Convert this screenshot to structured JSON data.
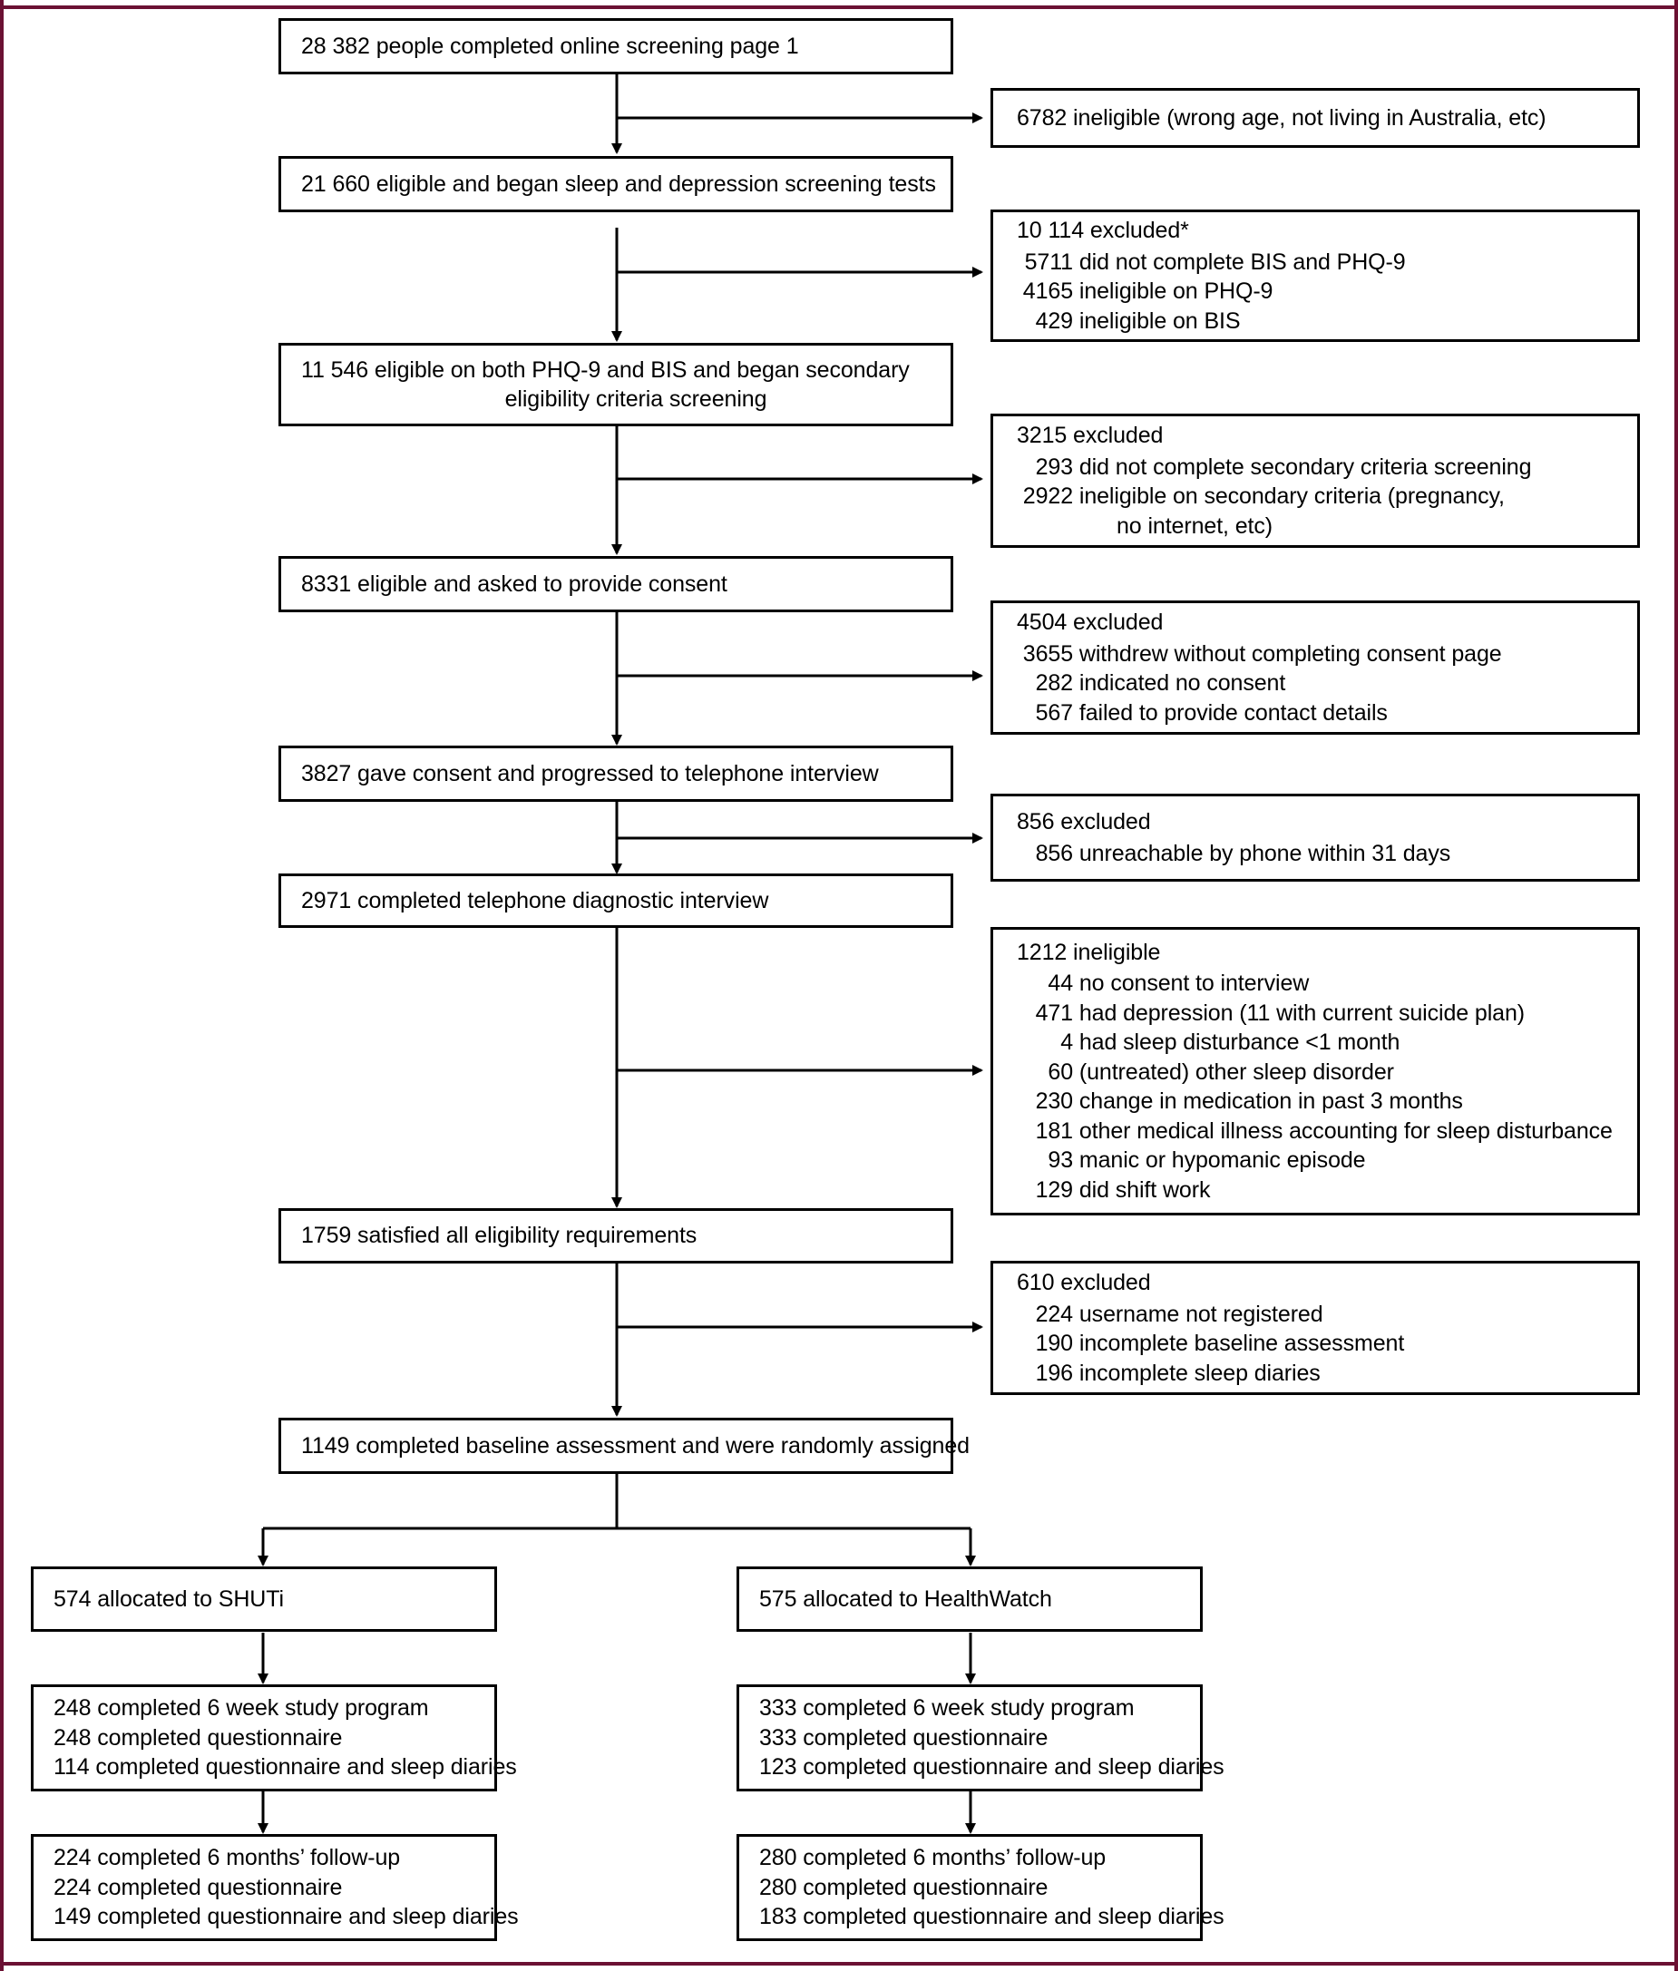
{
  "figure": {
    "type": "crt-participant-flow-diagram",
    "accent_border_color": "#6b1133",
    "box_border_color": "#000000",
    "background": "#ffffff"
  },
  "main_flow": [
    {
      "id": "screened",
      "text": "28 382 people completed online screening page 1"
    },
    {
      "id": "eligible-began",
      "text": "21 660 eligible and began sleep and depression screening tests"
    },
    {
      "id": "eligible-both",
      "line1": "11 546 eligible on both PHQ-9 and BIS and began secondary",
      "line2": "eligibility criteria screening"
    },
    {
      "id": "asked-consent",
      "text": "8331 eligible and asked to provide consent"
    },
    {
      "id": "gave-consent",
      "text": "3827 gave consent and progressed to telephone interview"
    },
    {
      "id": "completed-interview",
      "text": "2971 completed telephone diagnostic interview"
    },
    {
      "id": "satisfied",
      "text": "1759 satisfied all eligibility requirements"
    },
    {
      "id": "randomised",
      "text": "1149 completed baseline assessment and were randomly assigned"
    }
  ],
  "exclusions": [
    {
      "id": "excl-ineligible-6782",
      "header": "6782 ineligible (wrong age, not living in Australia, etc)",
      "items": []
    },
    {
      "id": "excl-10114",
      "header": "10 114 excluded*",
      "items": [
        {
          "n": "5711",
          "text": "did not complete BIS and PHQ-9"
        },
        {
          "n": "4165",
          "text": "ineligible on PHQ-9"
        },
        {
          "n": "429",
          "text": "ineligible on BIS"
        }
      ]
    },
    {
      "id": "excl-3215",
      "header": "3215 excluded",
      "items": [
        {
          "n": "293",
          "text": "did not complete secondary criteria screening"
        },
        {
          "n": "2922",
          "text": "ineligible on secondary criteria (pregnancy,"
        },
        {
          "n": "",
          "text": "no internet, etc)",
          "indent": true
        }
      ]
    },
    {
      "id": "excl-4504",
      "header": "4504 excluded",
      "items": [
        {
          "n": "3655",
          "text": "withdrew without completing consent page"
        },
        {
          "n": "282",
          "text": "indicated no consent"
        },
        {
          "n": "567",
          "text": "failed to provide contact details"
        }
      ]
    },
    {
      "id": "excl-856",
      "header": "856 excluded",
      "items": [
        {
          "n": "856",
          "text": "unreachable by phone within 31 days"
        }
      ]
    },
    {
      "id": "excl-1212",
      "header": "1212 ineligible",
      "items": [
        {
          "n": "44",
          "text": "no consent to interview"
        },
        {
          "n": "471",
          "text": "had depression (11 with current suicide plan)"
        },
        {
          "n": "4",
          "text": "had sleep disturbance <1 month"
        },
        {
          "n": "60",
          "text": "(untreated) other sleep disorder"
        },
        {
          "n": "230",
          "text": "change in medication in past 3 months"
        },
        {
          "n": "181",
          "text": "other medical illness accounting for sleep disturbance"
        },
        {
          "n": "93",
          "text": "manic or hypomanic episode"
        },
        {
          "n": "129",
          "text": "did shift work"
        }
      ]
    },
    {
      "id": "excl-610",
      "header": "610 excluded",
      "items": [
        {
          "n": "224",
          "text": "username not registered"
        },
        {
          "n": "190",
          "text": "incomplete baseline assessment"
        },
        {
          "n": "196",
          "text": "incomplete sleep diaries"
        }
      ]
    }
  ],
  "arms": {
    "left": {
      "allocation": "574 allocated to SHUTi",
      "post_program": [
        "248 completed 6 week study program",
        "248 completed questionnaire",
        "114 completed questionnaire and sleep diaries"
      ],
      "followup": [
        "224 completed 6 months’ follow-up",
        "224 completed questionnaire",
        "149 completed questionnaire and sleep diaries"
      ]
    },
    "right": {
      "allocation": "575 allocated to HealthWatch",
      "post_program": [
        "333 completed 6 week study program",
        "333 completed questionnaire",
        "123 completed questionnaire and sleep diaries"
      ],
      "followup": [
        "280 completed 6 months’ follow-up",
        "280 completed questionnaire",
        "183 completed questionnaire and sleep diaries"
      ]
    }
  }
}
